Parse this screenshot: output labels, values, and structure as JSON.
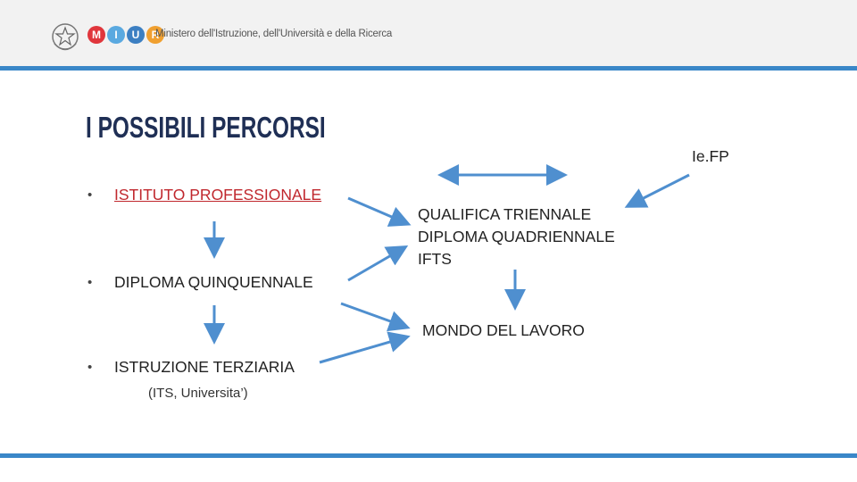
{
  "header": {
    "logo_letters": [
      "M",
      "I",
      "U",
      "R"
    ],
    "logo_colors": [
      "#e0363c",
      "#5aa9e0",
      "#3c7fc2",
      "#f0a030"
    ],
    "ministry_name": "Ministero dell'Istruzione, dell'Università e della Ricerca"
  },
  "slide": {
    "title": "I POSSIBILI PERCORSI",
    "bullets": [
      {
        "marker": "•",
        "text": "ISTITUTO PROFESSIONALE"
      },
      {
        "marker": "•",
        "text": "DIPLOMA QUINQUENNALE"
      },
      {
        "marker": "•",
        "text": "ISTRUZIONE TERZIARIA"
      }
    ],
    "bullet3_sub": "(ITS, Universita’)",
    "iefp_label": "Ie.FP",
    "outcomes": [
      "QUALIFICA TRIENNALE",
      "DIPLOMA QUADRIENNALE",
      "IFTS"
    ],
    "mondo_lavoro": "MONDO DEL LAVORO"
  },
  "colors": {
    "accent_blue": "#3a87c8",
    "title_navy": "#1f2f55",
    "highlight_red": "#c0272d",
    "arrow": "#4f8fcf"
  }
}
